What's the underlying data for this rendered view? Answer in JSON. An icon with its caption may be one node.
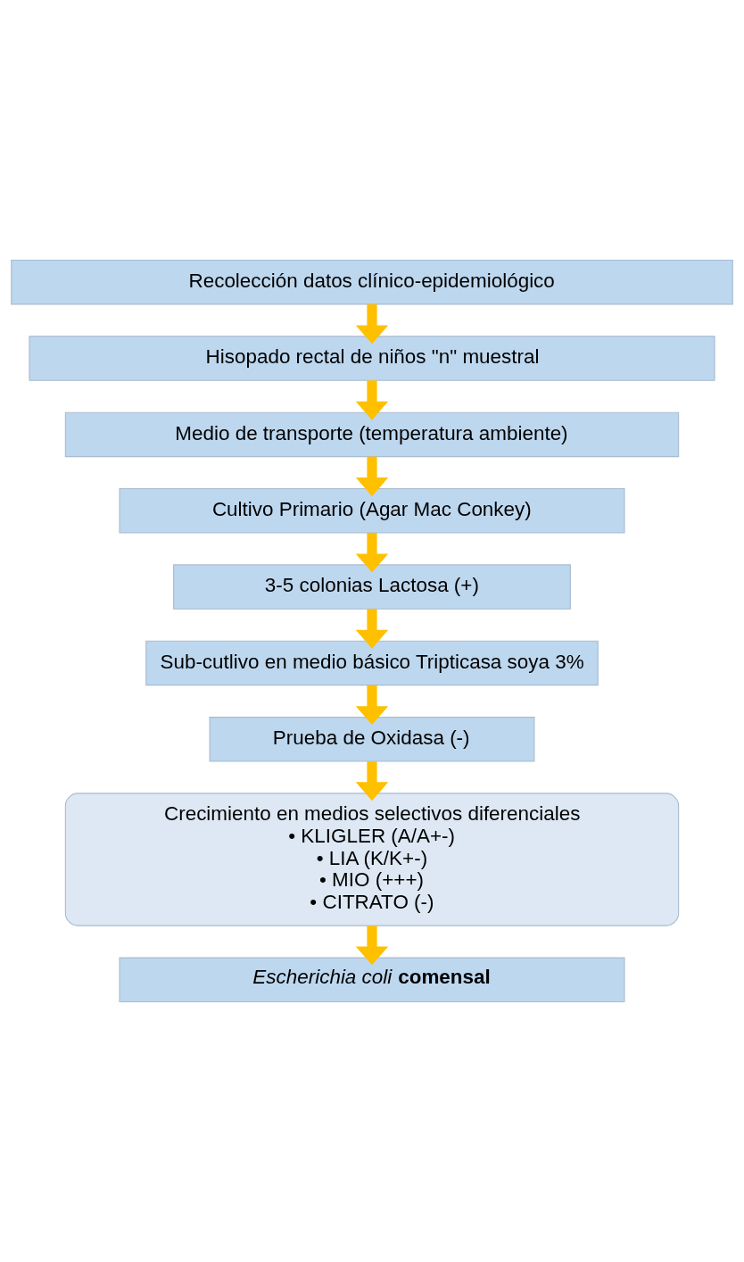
{
  "diagram": {
    "nodes": [
      {
        "text": [
          "Recolección datos clínico-epidemiológico"
        ]
      },
      {
        "text": [
          "Hisopado rectal de niños \"n\" muestral"
        ]
      },
      {
        "text": [
          "Medio de transporte (temperatura ambiente)"
        ]
      },
      {
        "text": [
          "Cultivo Primario (Agar Mac Conkey)"
        ]
      },
      {
        "text": [
          "3-5 colonias Lactosa (+)"
        ]
      },
      {
        "text": [
          "Sub-cutlivo en medio básico Tripticasa soya 3%"
        ]
      },
      {
        "text": [
          "Prueba de Oxidasa (-)"
        ]
      },
      {
        "text": [
          "Crecimiento en medios selectivos diferenciales",
          "• KLIGLER (A/A+-)",
          "• LIA (K/K+-)",
          "• MIO (+++)",
          "• CITRATO (-)"
        ]
      },
      {
        "text": [
          "*Escherichia coli* **comensal**"
        ]
      }
    ],
    "edges": [
      {
        "from": 0,
        "to": 1,
        "arrow": "to"
      },
      {
        "from": 1,
        "to": 2,
        "arrow": "to"
      },
      {
        "from": 2,
        "to": 3,
        "arrow": "to"
      },
      {
        "from": 3,
        "to": 4,
        "arrow": "to"
      },
      {
        "from": 4,
        "to": 5,
        "arrow": "to"
      },
      {
        "from": 5,
        "to": 6,
        "arrow": "to"
      },
      {
        "from": 6,
        "to": 7,
        "arrow": "to"
      },
      {
        "from": 7,
        "to": 8,
        "arrow": "to"
      }
    ]
  }
}
